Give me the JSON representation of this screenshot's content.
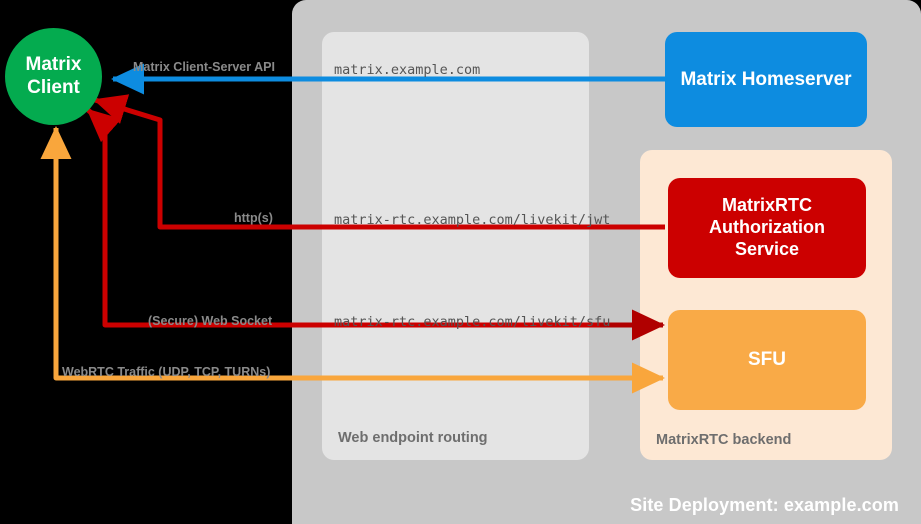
{
  "diagram": {
    "title": "Site Deployment: example.com",
    "client": {
      "label_line1": "Matrix",
      "label_line2": "Client",
      "color": "#04ab4f"
    },
    "containers": {
      "site": {
        "label": "Site Deployment: example.com",
        "color": "#c8c8c8"
      },
      "routing": {
        "label": "Web endpoint routing",
        "color": "#e4e4e4"
      },
      "backend": {
        "label": "MatrixRTC backend",
        "color": "#fde8d4"
      }
    },
    "nodes": [
      {
        "id": "homeserver",
        "label": "Matrix Homeserver",
        "color": "#0d8ce0"
      },
      {
        "id": "authsvc",
        "label": "MatrixRTC\nAuthorization\nService",
        "color": "#cc0000"
      },
      {
        "id": "sfu",
        "label": "SFU",
        "color": "#f9aa47"
      }
    ],
    "endpoints": [
      {
        "id": "matrix",
        "url": "matrix.example.com"
      },
      {
        "id": "jwt",
        "url": "matrix-rtc.example.com/livekit/jwt"
      },
      {
        "id": "sfu",
        "url": "matrix-rtc.example.com/livekit/sfu"
      }
    ],
    "connections": [
      {
        "id": "csapi",
        "label": "Matrix Client-Server API",
        "color": "#0d8ce0"
      },
      {
        "id": "https",
        "label": "http(s)",
        "color": "#cc0000"
      },
      {
        "id": "websocket",
        "label": "(Secure) Web Socket",
        "color": "#cc0000"
      },
      {
        "id": "webrtc",
        "label": "WebRTC Traffic (UDP, TCP, TURNs)",
        "color": "#f9a63c"
      }
    ]
  }
}
